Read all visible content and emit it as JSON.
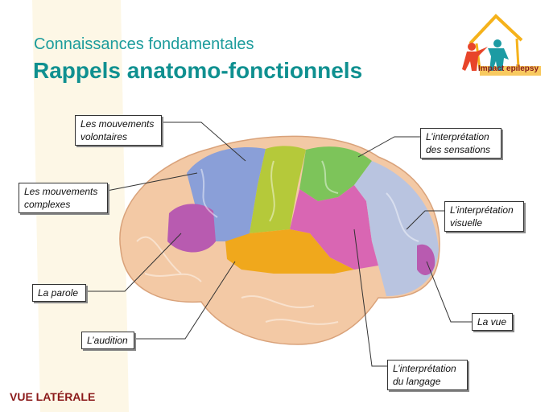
{
  "header": {
    "subtitle": "Connaissances fondamentales",
    "title": "Rappels anatomo-fonctionnels"
  },
  "logo": {
    "text": "Impact epilepsy"
  },
  "labels": {
    "volontaires": [
      "Les mouvements",
      "volontaires"
    ],
    "complexes": [
      "Les mouvements",
      "complexes"
    ],
    "parole": "La parole",
    "audition": "L’audition",
    "sensations": [
      "L’interprétation",
      "des sensations"
    ],
    "visuelle": [
      "L’interprétation",
      "visuelle"
    ],
    "vue": "La vue",
    "langage": [
      "L’interprétation",
      "du langage"
    ]
  },
  "footer": {
    "view": "VUE LATÉRALE"
  },
  "colors": {
    "title": "#0f9090",
    "footer": "#8b1a1a",
    "motor": "#8a9fd8",
    "primary_motor": "#b5c93a",
    "sensory": "#7dc45a",
    "sensory_assoc": "#d966b3",
    "visual_assoc": "#b9c4e0",
    "speech": "#b85bb0",
    "auditory": "#f0a81c",
    "base": "#f3c9a5"
  }
}
